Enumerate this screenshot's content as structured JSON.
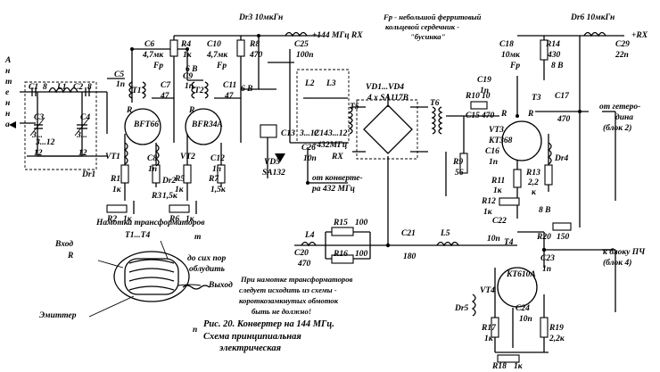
{
  "antenna": {
    "letters": [
      "А",
      "н",
      "т",
      "е",
      "н",
      "н",
      "а"
    ]
  },
  "labels": {
    "dr3": "Dr3 10мкГн",
    "out144": "+144 МГц RX",
    "c25": "C25",
    "c25v": "100п",
    "dr6": "Dr6 10мкГн",
    "outrx": "+RX",
    "c29": "C29",
    "c29v": "22п",
    "fp_note1": "Fp - небольшой ферритовый",
    "fp_note2": "кольцевой сердечник -",
    "fp_note3": "\"бусинка\"",
    "c6": "C6",
    "c6v": "4,7мк",
    "r4": "R4",
    "r4v": "1к",
    "r8": "R8",
    "r8v": "470",
    "c10": "C10",
    "c10v": "4,7мк",
    "c18": "C18",
    "c18v": "10мк",
    "r14": "R14",
    "r14v": "430",
    "fp1": "Fp",
    "fp2": "Fp",
    "fp3": "Fp",
    "c5": "C5",
    "c5v": "1п",
    "c7": "C7",
    "c7v": "47",
    "c9": "C9",
    "c9v": "1п",
    "c11": "C11",
    "c11v": "47",
    "v6a": "6 В",
    "v6b": "6 В",
    "v8a": "8 В",
    "v8b": "8 В",
    "l2": "L2",
    "l3": "L3",
    "c13": "C13",
    "c14": "C14",
    "t12": "3...12",
    "t12b": "3...12",
    "t12c": "3...12",
    "c26": "C26",
    "c26v": "10п",
    "out432": "+432МГц",
    "rx432": "RX",
    "vd5": "VD5",
    "vd5t": "SA132",
    "vd1": "VD1...VD4",
    "vd1t": "4 x SA117B",
    "t5": "T5",
    "t6": "T6",
    "c19": "C19",
    "c19v": "1п",
    "r10": "R10",
    "r10v": "10",
    "c15": "C15",
    "c15v": "470",
    "t3": "T3",
    "c17": "C17",
    "c17v": "470",
    "gen1": "от гетеро-",
    "gen2": "дина",
    "gen3": "(блок 2)",
    "c1": "C1",
    "l1": "L1",
    "c2": "C2",
    "c1v": "8",
    "c2v": "8",
    "c3": "C3",
    "c4": "C4",
    "c3v": "3...",
    "c3v2": "12",
    "c4v": "3...",
    "c4v2": "12",
    "t1": "T1",
    "t2": "T2",
    "vt1_type": "BFT66",
    "vt2_type": "BFR34A",
    "r_b1": "R",
    "r_b2": "R",
    "r_b3": "R",
    "r_b4": "R",
    "vt1": "VT1",
    "c8": "C8",
    "c8v": "1п",
    "vt2": "VT2",
    "c12": "C12",
    "c12v": "1п",
    "dr1": "Dr1",
    "dr2": "Dr2",
    "r1": "R1",
    "r1v": "1к",
    "r3": "R3",
    "r3v": "1,5к",
    "r5": "R5",
    "r5v": "1к",
    "r7": "R7",
    "r7v": "1,5к",
    "r2": "R2",
    "r2v": "1к",
    "r6": "R6",
    "r6v": "1к",
    "from432_1": "от конверте-",
    "from432_2": "ра 432 МГц",
    "r9": "R9",
    "r9v": "56",
    "vt3": "VT3",
    "vt3t": "KT368",
    "c16": "C16",
    "c16v": "1п",
    "dr4": "Dr4",
    "r11": "R11",
    "r11v": "1к",
    "r13": "R13",
    "r13v": "2,2",
    "r13v2": "к",
    "r12": "R12",
    "r12v": "1к",
    "c22": "C22",
    "c22v": "10п",
    "r20": "R20",
    "r20v": "150",
    "t4": "T4",
    "c23": "C23",
    "c23v": "1п",
    "to_pch": "к блоку ПЧ",
    "to_pch2": "(блок 4)",
    "vt4": "VT4",
    "vt4t": "KT610A",
    "dr5": "Dr5",
    "c24": "C24",
    "c24v": "10п",
    "r17": "R17",
    "r17v": "1к",
    "r19": "R19",
    "r19v": "2,2к",
    "r18": "R18",
    "r18v": "1к",
    "l4": "L4",
    "c20": "C20",
    "c20v": "470",
    "r15": "R15",
    "r15v": "100",
    "r16": "R16",
    "r16v": "100",
    "c21": "C21",
    "c21v": "180",
    "l5": "L5",
    "wind_title1": "Намотка трансформаторов",
    "wind_title2": "T1...T4",
    "in_r": "Вход",
    "in_r2": "R",
    "m_top": "m",
    "tin1": "до сих пор",
    "tin2": "облудить",
    "out_w": "Выход",
    "emitter": "Эмиттер",
    "n_bot": "n",
    "note1": "При намотке трансформаторов",
    "note2": "следует исходить из схемы -",
    "note3": "короткозамкнутых обмоток",
    "note4": "быть не должно!",
    "fig1": "Рис. 20. Конвертер на 144 МГц.",
    "fig2": "Схема принципиальная",
    "fig3": "электрическая"
  }
}
